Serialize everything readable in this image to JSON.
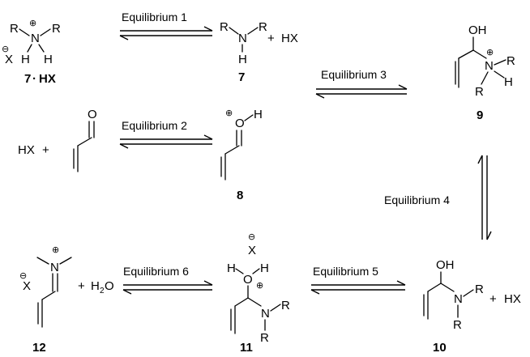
{
  "equilibria": {
    "eq1": "Equilibrium 1",
    "eq2": "Equilibrium 2",
    "eq3": "Equilibrium 3",
    "eq4": "Equilibrium 4",
    "eq5": "Equilibrium 5",
    "eq6": "Equilibrium 6"
  },
  "compounds": {
    "c7hx_num": "7",
    "c7hx_dot": "·",
    "c7hx_hx": "HX",
    "c7": "7",
    "c8": "8",
    "c9": "9",
    "c10": "10",
    "c11": "11",
    "c12": "12"
  },
  "atoms": {
    "R": "R",
    "N": "N",
    "H": "H",
    "X": "X",
    "O": "O",
    "OH": "OH",
    "HX": "HX",
    "plus": "+",
    "plus_charge": "⊕",
    "minus_charge": "⊖",
    "H2O_H": "H",
    "H2O_2": "2",
    "H2O_O": "O"
  }
}
